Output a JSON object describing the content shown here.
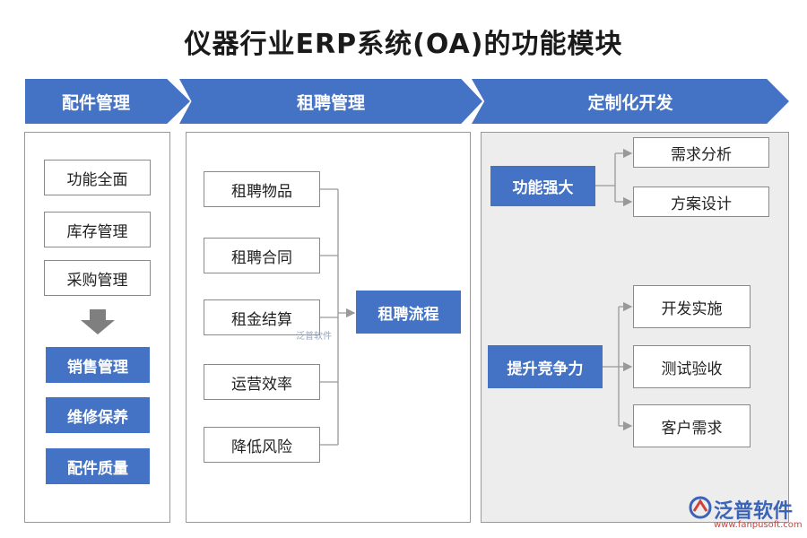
{
  "title": "仪器行业ERP系统(OA)的功能模块",
  "sections": {
    "s1": {
      "header": "配件管理",
      "items": [
        "功能全面",
        "库存管理",
        "采购管理"
      ],
      "highlighted": [
        "销售管理",
        "维修保养",
        "配件质量"
      ]
    },
    "s2": {
      "header": "租聘管理",
      "items": [
        "租聘物品",
        "租聘合同",
        "租金结算",
        "运营效率",
        "降低风险"
      ],
      "target": "租聘流程"
    },
    "s3": {
      "header": "定制化开发",
      "group1": {
        "label": "功能强大",
        "items": [
          "需求分析",
          "方案设计"
        ]
      },
      "group2": {
        "label": "提升竞争力",
        "items": [
          "开发实施",
          "测试验收",
          "客户需求"
        ]
      }
    }
  },
  "watermark": "泛普软件",
  "logo": {
    "name": "泛普软件",
    "url": "www.fanpusoft.com"
  },
  "colors": {
    "accent": "#4472c4",
    "panel_gray": "#ededed",
    "logo_blue": "#3b63b8",
    "logo_red": "#d2413a"
  }
}
